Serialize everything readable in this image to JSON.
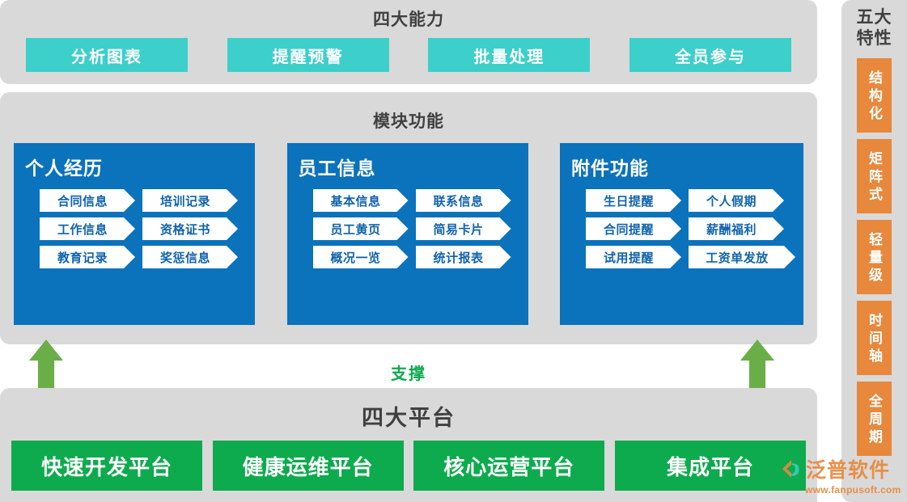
{
  "capabilities": {
    "title": "四大能力",
    "buttons": [
      {
        "label": "分析图表"
      },
      {
        "label": "提醒预警"
      },
      {
        "label": "批量处理"
      },
      {
        "label": "全员参与"
      }
    ],
    "accent_color": "#3dcfc9"
  },
  "modules": {
    "title": "模块功能",
    "accent_color": "#0b72bc",
    "cards": [
      {
        "title": "个人经历",
        "tags": [
          [
            "合同信息",
            "培训记录"
          ],
          [
            "工作信息",
            "资格证书"
          ],
          [
            "教育记录",
            "奖惩信息"
          ]
        ]
      },
      {
        "title": "员工信息",
        "tags": [
          [
            "基本信息",
            "联系信息"
          ],
          [
            "员工黄页",
            "简易卡片"
          ],
          [
            "概况一览",
            "统计报表"
          ]
        ]
      },
      {
        "title": "附件功能",
        "tags": [
          [
            "生日提醒",
            "个人假期"
          ],
          [
            "合同提醒",
            "薪酬福利"
          ],
          [
            "试用提醒",
            "工资单发放"
          ]
        ]
      }
    ]
  },
  "support": {
    "label": "支撑",
    "arrow_color": "#6aae48",
    "label_color": "#0eaa4e"
  },
  "platforms": {
    "title": "四大平台",
    "accent_color": "#0eaa4e",
    "buttons": [
      {
        "label": "快速开发平台"
      },
      {
        "label": "健康运维平台"
      },
      {
        "label": "核心运营平台"
      },
      {
        "label": "集成平台"
      }
    ]
  },
  "sidebar": {
    "title_line1": "五大",
    "title_line2": "特性",
    "accent_color": "#e8883c",
    "features": [
      {
        "label": "结构化"
      },
      {
        "label": "矩阵式"
      },
      {
        "label": "轻量级"
      },
      {
        "label": "时间轴"
      },
      {
        "label": "全周期"
      }
    ]
  },
  "watermark": {
    "brand": "泛普软件",
    "url": "www.fanpusoft.com",
    "color": "#e8883c"
  }
}
